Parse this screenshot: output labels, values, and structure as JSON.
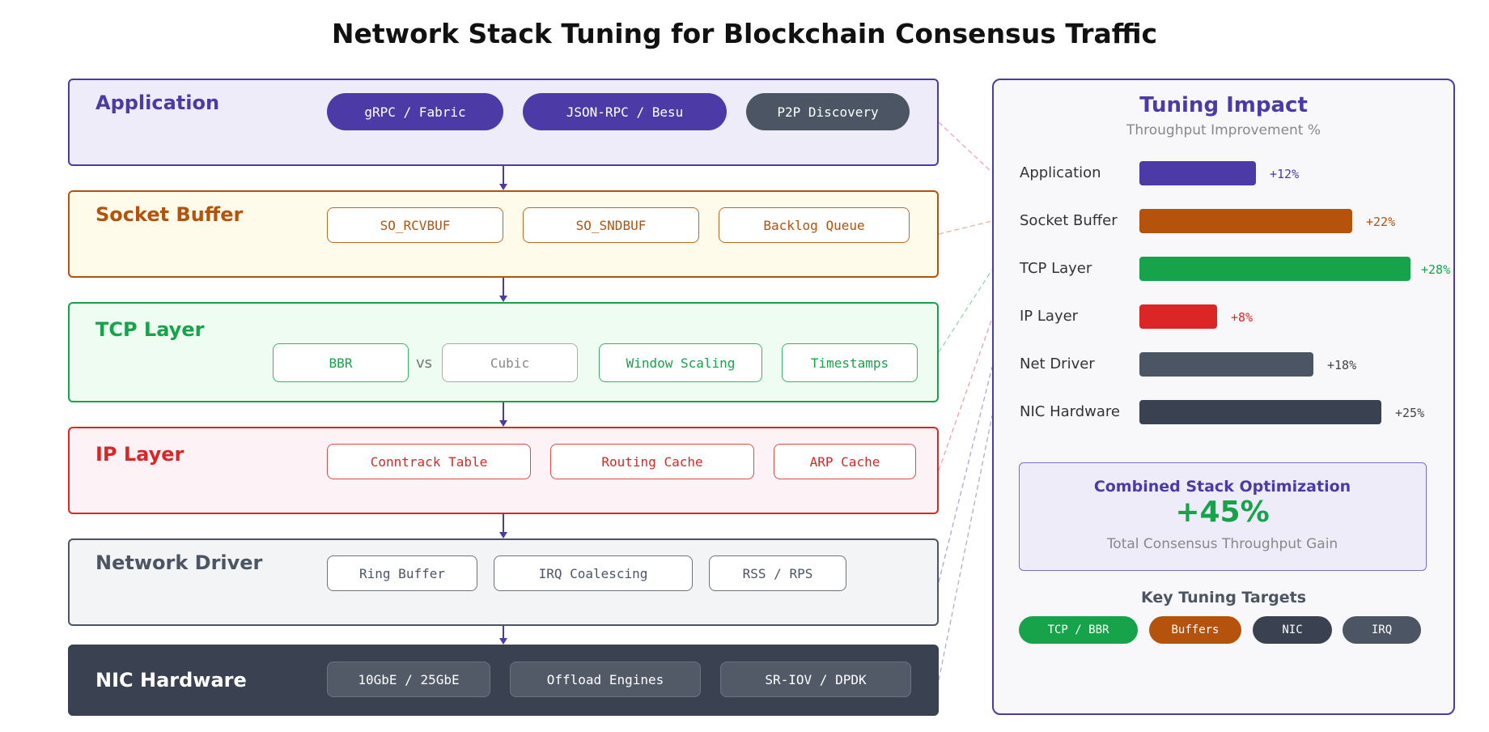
{
  "title": "Network Stack Tuning for Blockchain Consensus Traffic",
  "colors": {
    "purple": "#4c3aa6",
    "orange": "#b5520b",
    "green": "#16a34a",
    "red": "#dc2626",
    "slate": "#4b5563",
    "dark": "#3a4150"
  },
  "layers": [
    {
      "name": "Application",
      "chips": [
        "gRPC / Fabric",
        "JSON-RPC / Besu",
        "P2P Discovery"
      ]
    },
    {
      "name": "Socket Buffer",
      "chips": [
        "SO_RCVBUF",
        "SO_SNDBUF",
        "Backlog Queue"
      ]
    },
    {
      "name": "TCP Layer",
      "chips": [
        "BBR",
        "Cubic",
        "Window Scaling",
        "Timestamps"
      ],
      "vs": "vs"
    },
    {
      "name": "IP Layer",
      "chips": [
        "Conntrack Table",
        "Routing Cache",
        "ARP Cache"
      ]
    },
    {
      "name": "Network Driver",
      "chips": [
        "Ring Buffer",
        "IRQ Coalescing",
        "RSS / RPS"
      ]
    },
    {
      "name": "NIC Hardware",
      "chips": [
        "10GbE / 25GbE",
        "Offload Engines",
        "SR-IOV / DPDK"
      ]
    }
  ],
  "impact": {
    "title": "Tuning Impact",
    "subtitle": "Throughput Improvement %",
    "bars": [
      {
        "label": "Application",
        "value": 12,
        "text": "+12%"
      },
      {
        "label": "Socket Buffer",
        "value": 22,
        "text": "+22%"
      },
      {
        "label": "TCP Layer",
        "value": 28,
        "text": "+28%"
      },
      {
        "label": "IP Layer",
        "value": 8,
        "text": "+8%"
      },
      {
        "label": "Net Driver",
        "value": 18,
        "text": "+18%"
      },
      {
        "label": "NIC Hardware",
        "value": 25,
        "text": "+25%"
      }
    ],
    "combined": {
      "title": "Combined Stack Optimization",
      "value": "+45%",
      "subtitle": "Total Consensus Throughput Gain"
    },
    "targets_title": "Key Tuning Targets",
    "targets": [
      "TCP / BBR",
      "Buffers",
      "NIC",
      "IRQ"
    ]
  }
}
